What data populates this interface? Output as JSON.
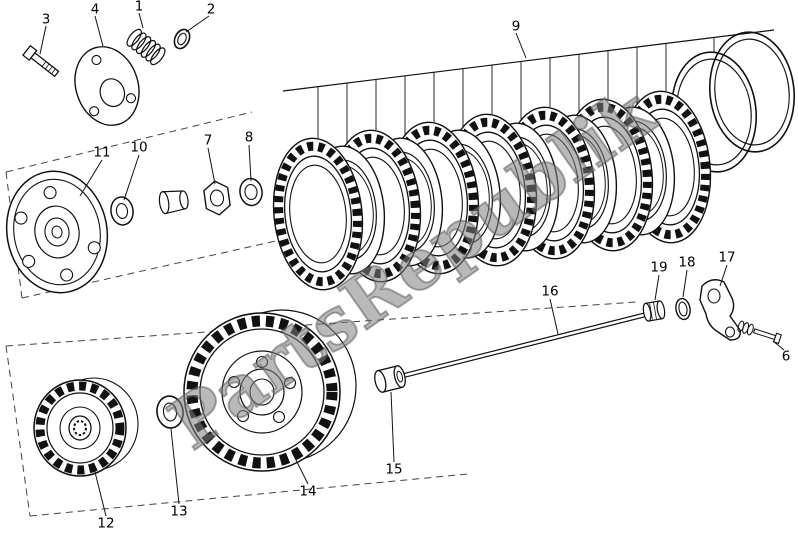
{
  "diagram": {
    "type": "exploded-parts-diagram",
    "subject": "clutch-assembly",
    "watermark": "PartsRepublik",
    "background": "#ffffff",
    "line_color": "#1a1a1a"
  },
  "parts": [
    {
      "number": "3"
    },
    {
      "number": "4"
    },
    {
      "number": "1"
    },
    {
      "number": "2"
    },
    {
      "number": "9"
    },
    {
      "number": "11"
    },
    {
      "number": "10"
    },
    {
      "number": "7"
    },
    {
      "number": "8"
    },
    {
      "number": "19"
    },
    {
      "number": "18"
    },
    {
      "number": "17"
    },
    {
      "number": "6"
    },
    {
      "number": "16"
    },
    {
      "number": "15"
    },
    {
      "number": "14"
    },
    {
      "number": "13"
    },
    {
      "number": "12"
    }
  ]
}
